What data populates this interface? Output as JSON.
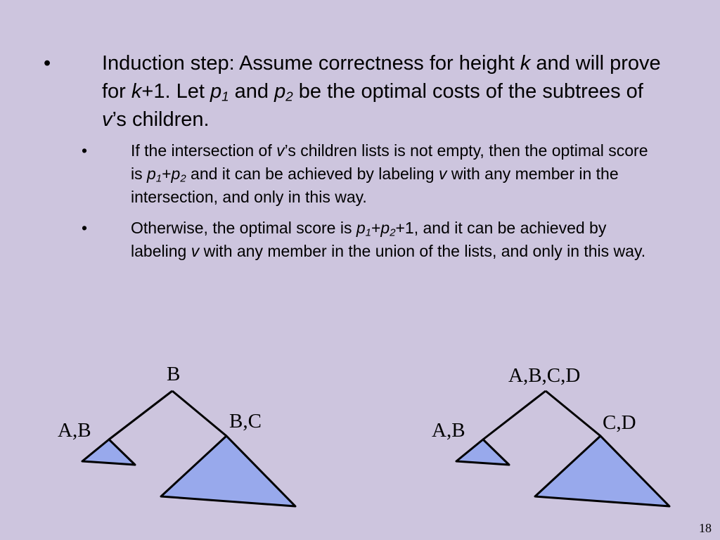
{
  "main_bullet": {
    "marker": "•",
    "t1": "Induction step: Assume correctness for height ",
    "k1": "k",
    "t2": " and will prove for ",
    "k2": "k",
    "t3": "+1. Let ",
    "p1": "p",
    "p1sub": "1",
    "t4": " and ",
    "p2": "p",
    "p2sub": "2",
    "t5": " be the optimal costs of the subtrees of ",
    "v": "v",
    "t6": "’s children."
  },
  "sub_bullet_1": {
    "marker": "•",
    "t1": "If the intersection of ",
    "v1": "v",
    "t2": "’s children lists is not empty, then the optimal score is ",
    "p1": "p",
    "p1sub": "1",
    "plus": "+",
    "p2": "p",
    "p2sub": "2",
    "t3": "  and it can be achieved by labeling ",
    "v2": "v",
    "t4": " with any member in the intersection, and only in this way."
  },
  "sub_bullet_2": {
    "marker": "•",
    "t1": "Otherwise, the optimal score is ",
    "p1": "p",
    "p1sub": "1",
    "plus": "+",
    "p2": "p",
    "p2sub": "2",
    "t2": "+1, and it can be achieved by labeling ",
    "v": "v",
    "t3": " with any member in the union of the lists, and only in this way."
  },
  "tree_left": {
    "root_label": "B",
    "left_label": "A,B",
    "right_label": "B,C"
  },
  "tree_right": {
    "root_label": "A,B,C,D",
    "left_label": "A,B",
    "right_label": "C,D"
  },
  "colors": {
    "background": "#cdc5de",
    "triangle_fill": "#98a9ec"
  },
  "page_number": "18"
}
